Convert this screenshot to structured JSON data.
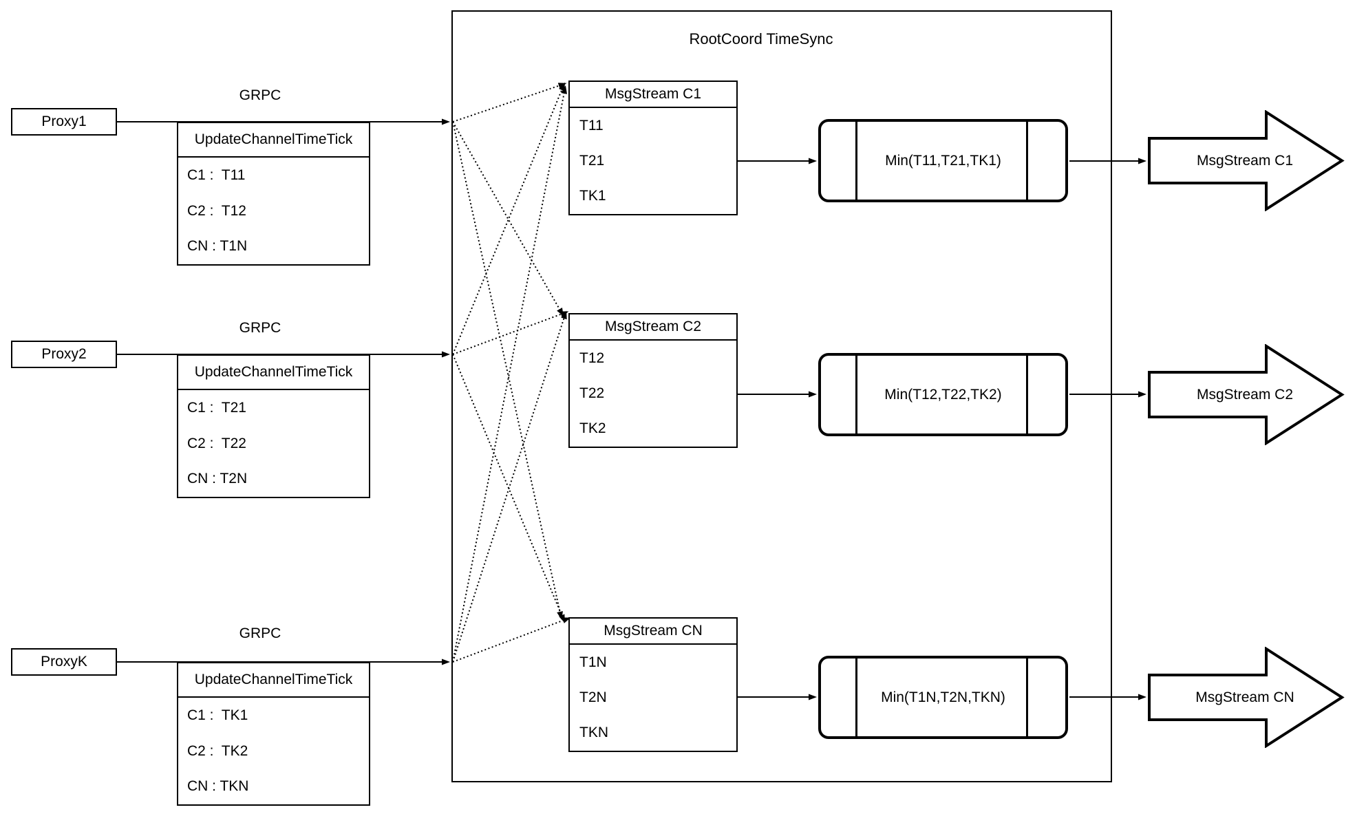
{
  "diagram": {
    "title": "RootCoord TimeSync",
    "colors": {
      "stroke": "#000000",
      "background": "#ffffff"
    }
  },
  "rows": [
    {
      "proxy_label": "Proxy1",
      "grpc_label": "GRPC",
      "update_table": {
        "header": "UpdateChannelTimeTick",
        "cells": [
          "C1 :  T11",
          "C2 :  T12",
          "CN : T1N"
        ]
      },
      "msgstream_table": {
        "header": "MsgStream C1",
        "cells": [
          "T11",
          "T21",
          "TK1"
        ]
      },
      "min_label": "Min(T11,T21,TK1)",
      "output_arrow_label": "MsgStream C1"
    },
    {
      "proxy_label": "Proxy2",
      "grpc_label": "GRPC",
      "update_table": {
        "header": "UpdateChannelTimeTick",
        "cells": [
          "C1 :  T21",
          "C2 :  T22",
          "CN : T2N"
        ]
      },
      "msgstream_table": {
        "header": "MsgStream C2",
        "cells": [
          "T12",
          "T22",
          "TK2"
        ]
      },
      "min_label": "Min(T12,T22,TK2)",
      "output_arrow_label": "MsgStream C2"
    },
    {
      "proxy_label": "ProxyK",
      "grpc_label": "GRPC",
      "update_table": {
        "header": "UpdateChannelTimeTick",
        "cells": [
          "C1 :  TK1",
          "C2 :  TK2",
          "CN : TKN"
        ]
      },
      "msgstream_table": {
        "header": "MsgStream CN",
        "cells": [
          "T1N",
          "T2N",
          "TKN"
        ]
      },
      "min_label": "Min(T1N,T2N,TKN)",
      "output_arrow_label": "MsgStream CN"
    }
  ]
}
